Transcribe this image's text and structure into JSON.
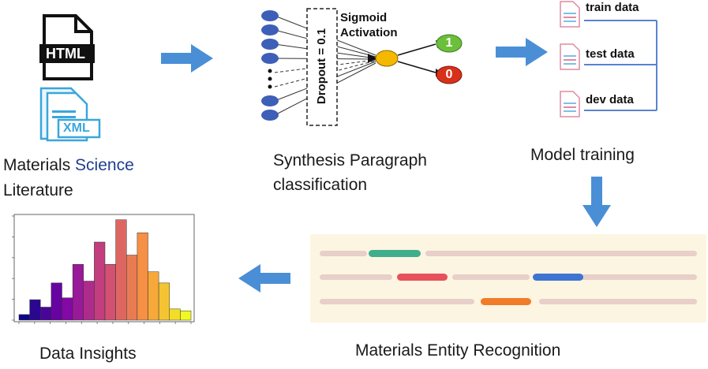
{
  "stage1": {
    "html_icon_label": "HTML",
    "xml_icon_label": "XML",
    "caption_line1_part1": "Materials",
    "caption_line1_part2": "Science",
    "caption_line2": "Literature"
  },
  "stage2": {
    "dropout_label": "Dropout = 0.1",
    "activation_line1": "Sigmoid",
    "activation_line2": "Activation",
    "output_one": "1",
    "output_zero": "0",
    "caption_line1": "Synthesis Paragraph",
    "caption_line2": "classification"
  },
  "stage3": {
    "files": [
      {
        "label": "train data"
      },
      {
        "label": "test data"
      },
      {
        "label": "dev data"
      }
    ],
    "caption": "Model training"
  },
  "stage4": {
    "caption": "Materials Entity Recognition"
  },
  "stage5": {
    "caption": "Data Insights"
  },
  "colors": {
    "arrow": "#4a8fd6",
    "neuron": "#3e5fb8",
    "sigmoid_node": "#f5b800",
    "output_one": "#6cbf3a",
    "output_zero": "#d9301a",
    "ner_background": "#fcf5e2",
    "ner_line": "#e8cfc9",
    "entity_green": "#3fae8c",
    "entity_red": "#e8505b",
    "entity_blue": "#3f74d1",
    "entity_orange": "#f07c2a"
  },
  "chart_data": {
    "type": "bar",
    "title": "",
    "xlabel": "",
    "ylabel": "",
    "ylim": [
      0,
      280
    ],
    "grid": false,
    "colormap": "plasma",
    "values": [
      15,
      55,
      35,
      100,
      60,
      150,
      105,
      210,
      150,
      270,
      175,
      235,
      130,
      100,
      30,
      25
    ]
  }
}
